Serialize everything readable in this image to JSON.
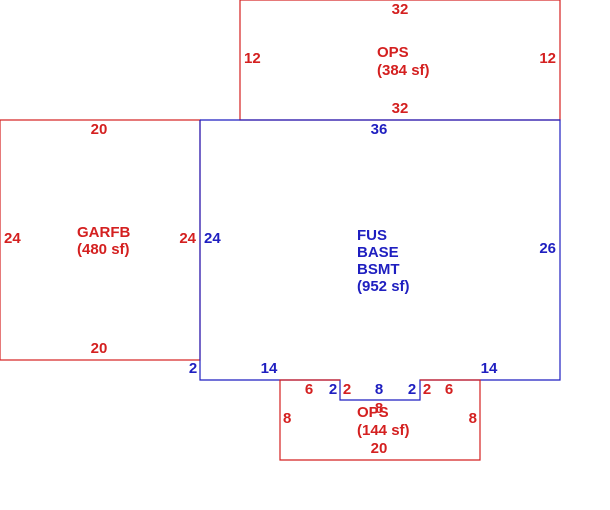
{
  "colors": {
    "red": "#d42020",
    "blue": "#1f1fc0",
    "background": "#ffffff"
  },
  "areas": {
    "ops_top": {
      "code": "OPS",
      "area": "(384 sf)",
      "dims": {
        "top": "32",
        "bottom": "32",
        "left": "12",
        "right": "12"
      }
    },
    "garage": {
      "code": "GARFB",
      "area": "(480 sf)",
      "dims": {
        "top": "20",
        "bottom": "20",
        "left": "24",
        "right": "24"
      }
    },
    "main": {
      "lines": [
        "FUS",
        "BASE",
        "BSMT"
      ],
      "area": "(952 sf)",
      "dims": {
        "top": "36",
        "left": "24",
        "right": "26",
        "bottom_left": "14",
        "bottom_right": "14",
        "left_offset": "2",
        "notch_left": "2",
        "notch_bottom": "8",
        "notch_right": "2"
      }
    },
    "ops_bottom": {
      "code": "OPS",
      "area": "(144 sf)",
      "dims": {
        "top_left": "6",
        "top_right": "6",
        "notch_left": "2",
        "notch_right": "2",
        "notch_top": "8",
        "left": "8",
        "right": "8",
        "bottom": "20"
      }
    }
  }
}
